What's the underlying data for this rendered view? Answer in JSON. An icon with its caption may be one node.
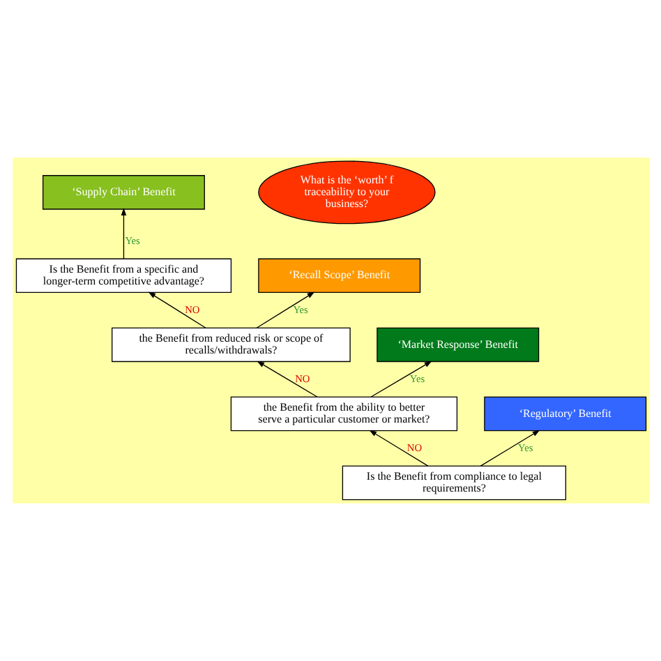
{
  "diagram": {
    "nodes": [
      {
        "text": [
          "What is the ‘worth’ f traceability to your business?"
        ]
      },
      {
        "text": [
          "‘Supply Chain’ Benefit"
        ]
      },
      {
        "text": [
          "Is the Benefit from a specific and longer-term competitive advantage?"
        ]
      },
      {
        "text": [
          "‘Recall Scope’ Benefit"
        ]
      },
      {
        "text": [
          "the Benefit from reduced risk or scope of recalls/withdrawals?"
        ]
      },
      {
        "text": [
          "‘Market Response’ Benefit"
        ]
      },
      {
        "text": [
          "the Benefit from the ability to better serve a particular customer or market?"
        ]
      },
      {
        "text": [
          "‘Regulatory’ Benefit"
        ]
      },
      {
        "text": [
          "Is the Benefit from compliance to legal requirements?"
        ]
      }
    ],
    "edges": [
      {
        "from": 8,
        "to": 6,
        "arrow": "to",
        "label": "NO"
      },
      {
        "from": 8,
        "to": 7,
        "arrow": "to",
        "label": "Yes"
      },
      {
        "from": 6,
        "to": 4,
        "arrow": "to",
        "label": "NO"
      },
      {
        "from": 6,
        "to": 5,
        "arrow": "to",
        "label": "Yes"
      },
      {
        "from": 4,
        "to": 2,
        "arrow": "to",
        "label": "NO"
      },
      {
        "from": 4,
        "to": 3,
        "arrow": "to",
        "label": "Yes"
      },
      {
        "from": 2,
        "to": 1,
        "arrow": "to",
        "label": "Yes"
      }
    ]
  }
}
